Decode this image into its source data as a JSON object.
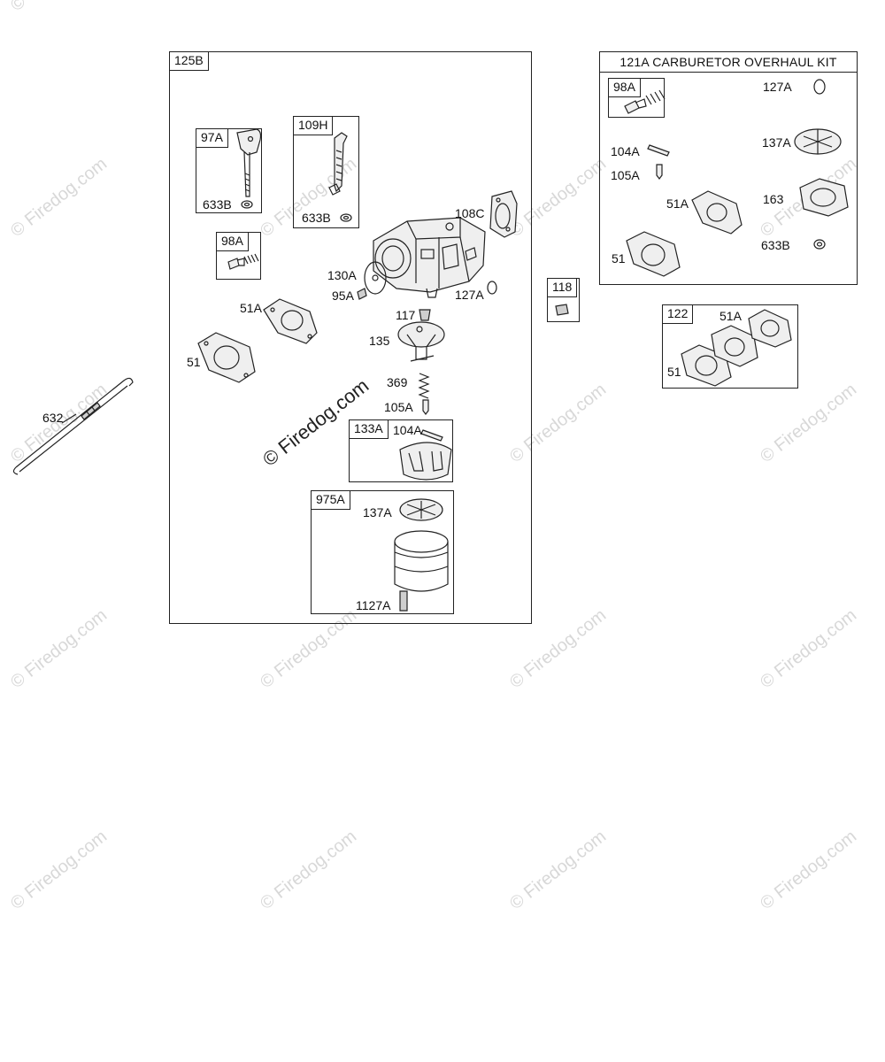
{
  "watermark_text": "© Firedog.com",
  "main_assembly": {
    "id": "125B",
    "parts": {
      "p97A": "97A",
      "p633B_a": "633B",
      "p109H": "109H",
      "p633B_b": "633B",
      "p108C": "108C",
      "p98A": "98A",
      "p130A": "130A",
      "p95A": "95A",
      "p127A": "127A",
      "p51A": "51A",
      "p117": "117",
      "p51": "51",
      "p135": "135",
      "p369": "369",
      "p105A": "105A",
      "p133A": "133A",
      "p104A": "104A",
      "p975A": "975A",
      "p137A": "137A",
      "p1127A": "1127A"
    }
  },
  "linkage": {
    "p632": "632"
  },
  "part_118": {
    "id": "118"
  },
  "kit": {
    "title": "121A CARBURETOR OVERHAUL KIT",
    "parts": {
      "p98A": "98A",
      "p127A": "127A",
      "p104A": "104A",
      "p137A": "137A",
      "p105A": "105A",
      "p51A": "51A",
      "p163": "163",
      "p51": "51",
      "p633B": "633B"
    }
  },
  "gasket_set": {
    "id": "122",
    "parts": {
      "p51A": "51A",
      "p51": "51"
    }
  }
}
